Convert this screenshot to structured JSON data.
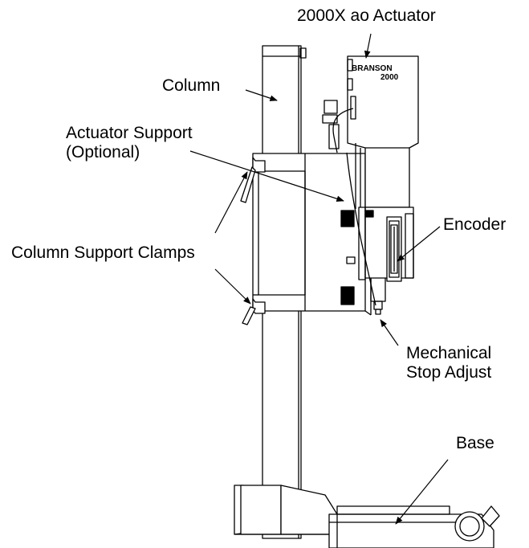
{
  "labels": {
    "actuator": "2000X ao Actuator",
    "column": "Column",
    "actuator_support_line1": "Actuator Support",
    "actuator_support_line2": "(Optional)",
    "encoder": "Encoder",
    "column_support_clamps": "Column Support Clamps",
    "mechanical_stop_line1": "Mechanical",
    "mechanical_stop_line2": "Stop Adjust",
    "base": "Base"
  },
  "branding": {
    "brand_line1": "BRANSON",
    "brand_line2": "2000"
  }
}
